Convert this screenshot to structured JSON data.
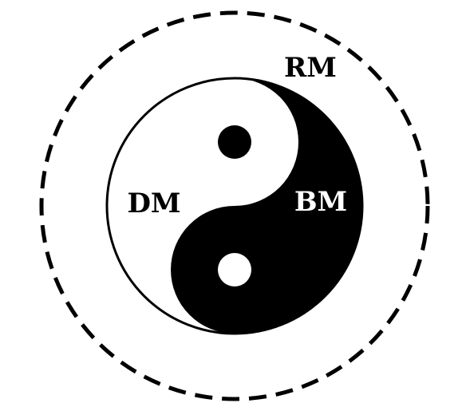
{
  "labels": {
    "outer": "RM",
    "yin": "DM",
    "yang": "BM"
  },
  "colors": {
    "background": "#ffffff",
    "ink": "#000000"
  }
}
